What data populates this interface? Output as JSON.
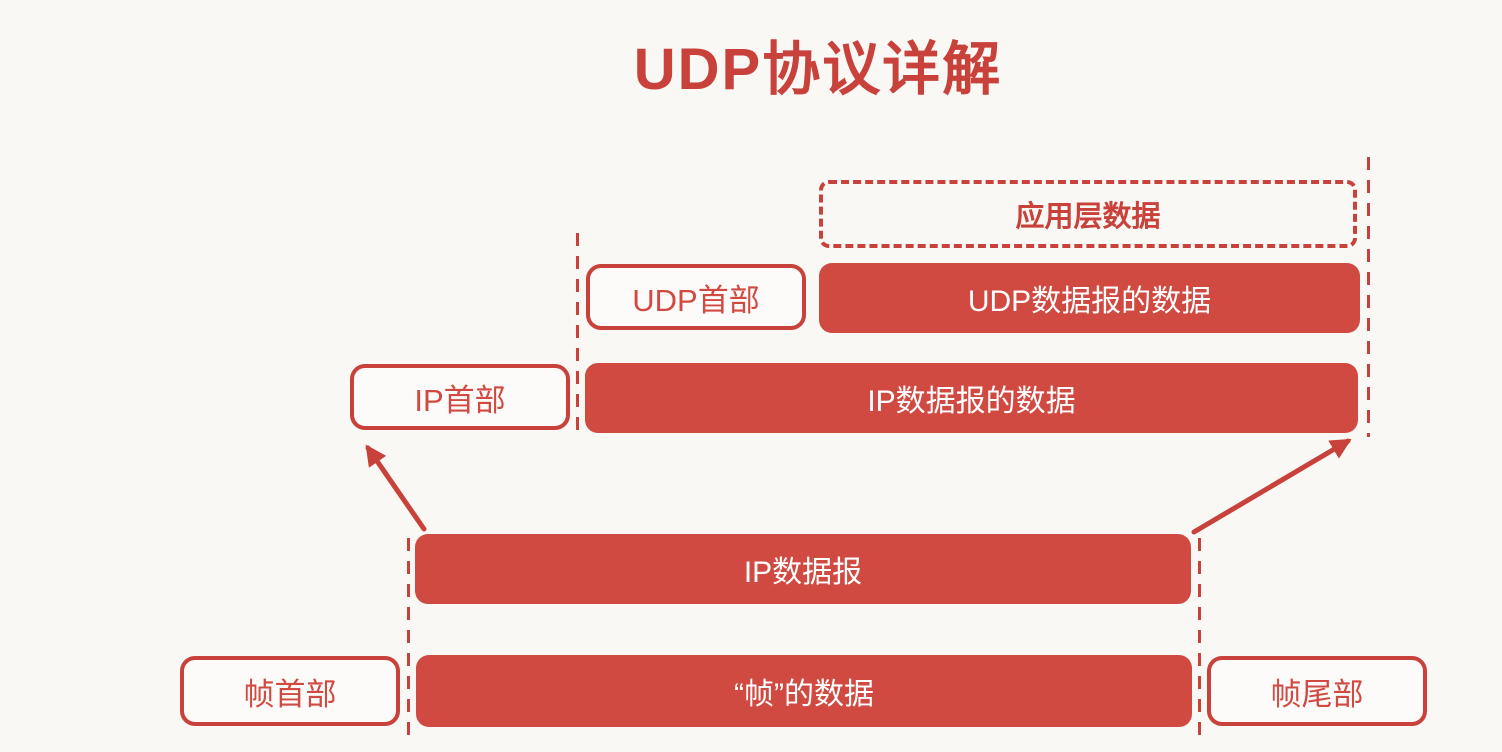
{
  "title": "UDP协议详解",
  "colors": {
    "red": "#d14a42",
    "red_border": "#c8423b",
    "background": "#f9f8f5",
    "text_on_red": "#ffffff"
  },
  "diagram": {
    "app_layer": {
      "label": "应用层数据"
    },
    "udp_row": {
      "header": "UDP首部",
      "data": "UDP数据报的数据"
    },
    "ip_row": {
      "header": "IP首部",
      "data": "IP数据报的数据"
    },
    "ip_datagram": {
      "label": "IP数据报"
    },
    "frame_row": {
      "header": "帧首部",
      "data": "“帧”的数据",
      "tail": "帧尾部"
    }
  }
}
